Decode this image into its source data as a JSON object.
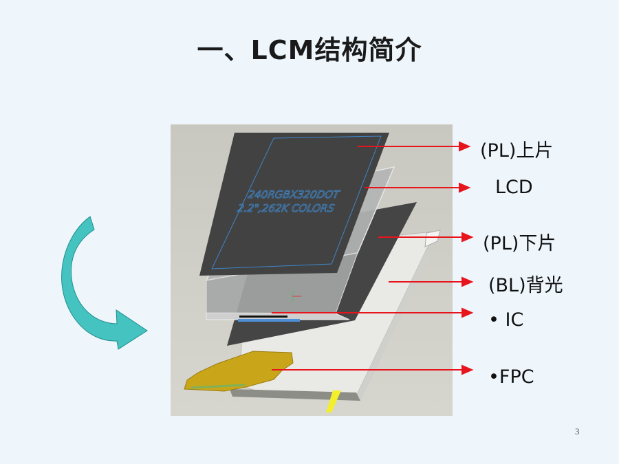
{
  "slide": {
    "title": "一、LCM结构简介",
    "page_number": "3"
  },
  "figure": {
    "screen_line1": "240RGBX320DOT",
    "screen_line2": "2.2\",262K COLORS"
  },
  "callouts": [
    {
      "label": "(PL)上片"
    },
    {
      "label": "LCD"
    },
    {
      "label": "(PL)下片"
    },
    {
      "label": "(BL)背光"
    },
    {
      "label": "• IC"
    },
    {
      "label": "•FPC"
    }
  ],
  "colors": {
    "background": "#eef6fc",
    "arrow": "#e8141c",
    "curved_arrow": "#3fbfbf",
    "photo_bg": "#ccccc4"
  }
}
